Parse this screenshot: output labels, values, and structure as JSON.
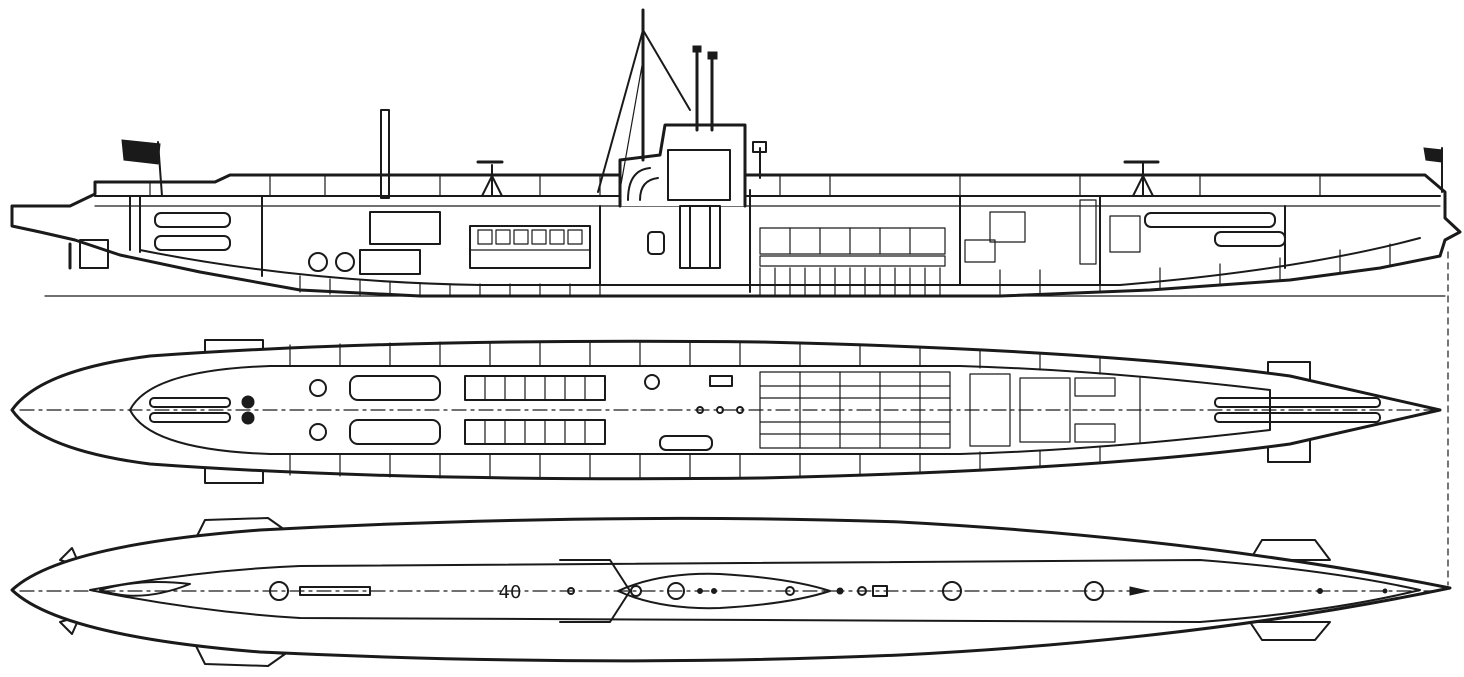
{
  "drawing": {
    "views": [
      {
        "id": "side_elevation"
      },
      {
        "id": "plan_section"
      },
      {
        "id": "top_deck_view"
      }
    ],
    "hull_marking": "40",
    "colors": {
      "ink": "#1a1a1a",
      "paper": "#ffffff"
    }
  }
}
